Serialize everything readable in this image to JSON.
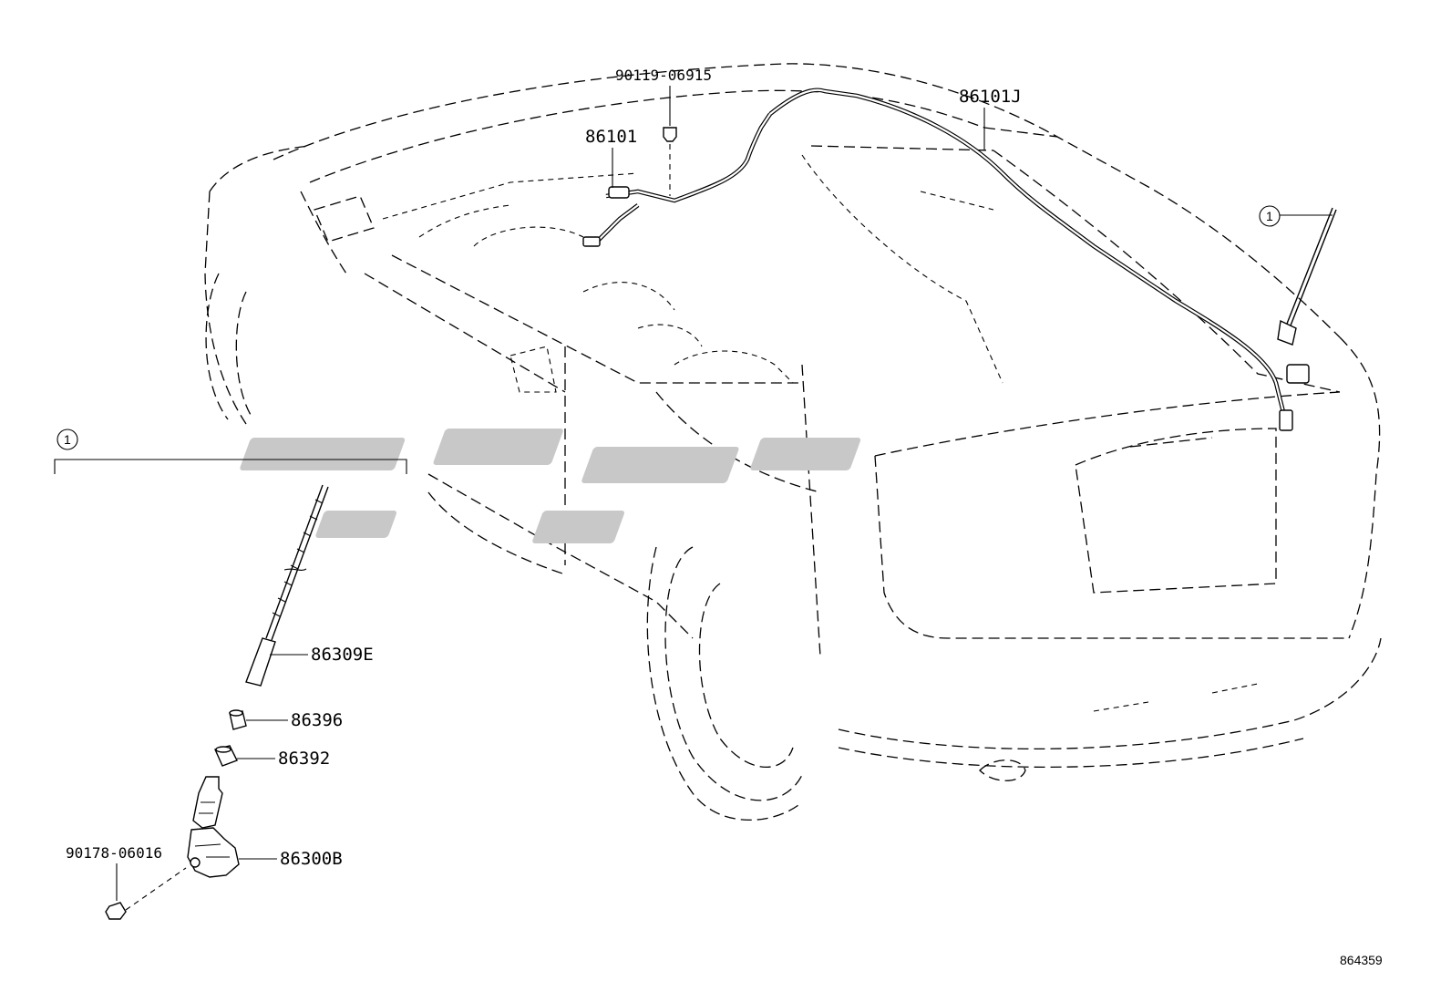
{
  "diagram": {
    "part_labels": {
      "screw_top": "90119-06915",
      "cable_front": "86101",
      "cable_rear": "86101J",
      "antenna_rod": "86309E",
      "adapter": "86396",
      "pad": "86392",
      "antenna_base": "86300B",
      "nut": "90178-06016"
    },
    "callouts": {
      "assembly_marker": "1",
      "roof_marker": "1"
    },
    "reference_number": "864359"
  },
  "colors": {
    "line": "#000000",
    "watermark": "#c8c8c8",
    "background": "#ffffff"
  }
}
